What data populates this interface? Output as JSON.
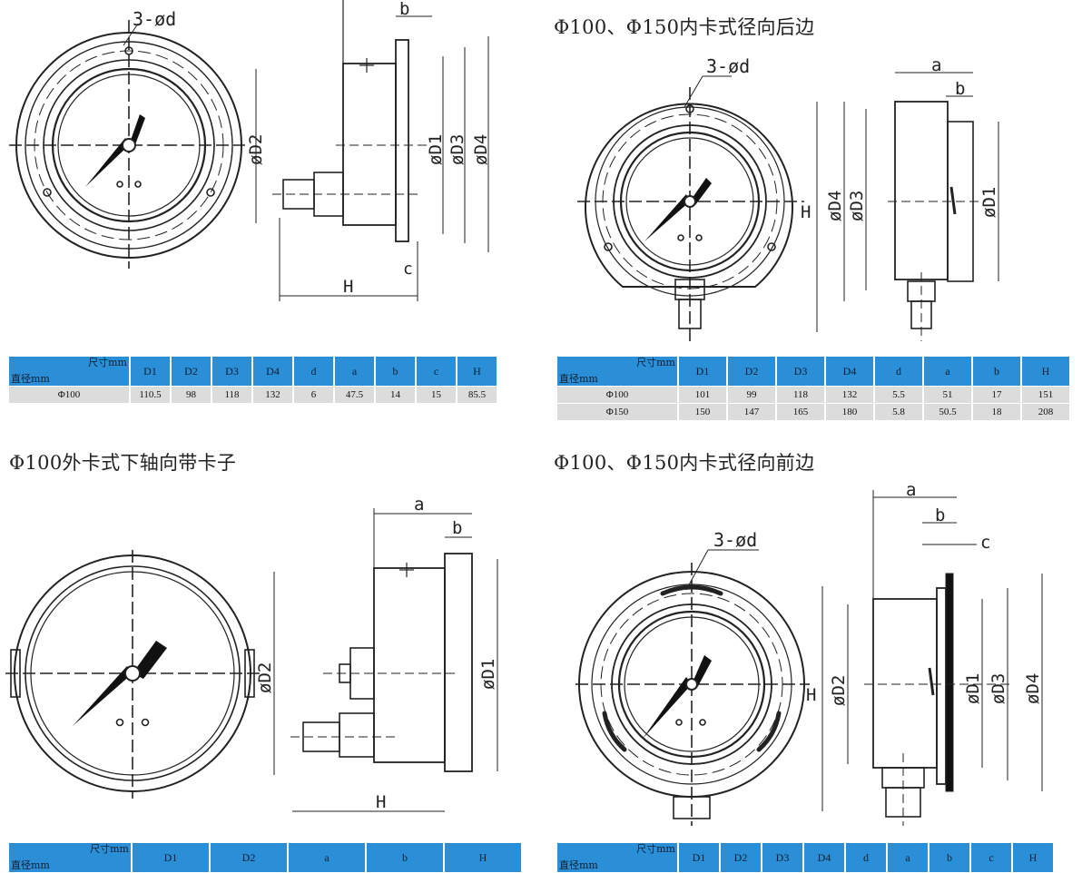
{
  "panels": [
    {
      "title": "",
      "callout": "3-ød",
      "dims": {
        "b": "b",
        "d2": "øD2",
        "d1": "øD1",
        "d3": "øD3",
        "d4": "øD4",
        "c": "c",
        "h": "H"
      },
      "table": {
        "corner_top": "尺寸mm",
        "corner_bottom": "直径mm",
        "headers": [
          "D1",
          "D2",
          "D3",
          "D4",
          "d",
          "a",
          "b",
          "c",
          "H"
        ],
        "rows": [
          {
            "label": "Φ100",
            "cells": [
              "110.5",
              "98",
              "118",
              "132",
              "6",
              "47.5",
              "14",
              "15",
              "85.5"
            ]
          }
        ]
      }
    },
    {
      "title": "Φ100、Φ150内卡式径向后边",
      "callout": "3-ød",
      "dims": {
        "a": "a",
        "b": "b",
        "h": "H",
        "d4": "øD4",
        "d3": "øD3",
        "d1": "øD1"
      },
      "table": {
        "corner_top": "尺寸mm",
        "corner_bottom": "直径mm",
        "headers": [
          "D1",
          "D2",
          "D3",
          "D4",
          "d",
          "a",
          "b",
          "H"
        ],
        "rows": [
          {
            "label": "Φ100",
            "cells": [
              "101",
              "99",
              "118",
              "132",
              "5.5",
              "51",
              "17",
              "151"
            ]
          },
          {
            "label": "Φ150",
            "cells": [
              "150",
              "147",
              "165",
              "180",
              "5.8",
              "50.5",
              "18",
              "208"
            ]
          }
        ]
      }
    },
    {
      "title": "Φ100外卡式下轴向带卡子",
      "dims": {
        "a": "a",
        "b": "b",
        "d2": "øD2",
        "d1": "øD1",
        "h": "H"
      },
      "table": {
        "corner_top": "尺寸mm",
        "corner_bottom": "直径mm",
        "headers": [
          "D1",
          "D2",
          "a",
          "b",
          "H"
        ]
      }
    },
    {
      "title": "Φ100、Φ150内卡式径向前边",
      "callout": "3-ød",
      "dims": {
        "a": "a",
        "b": "b",
        "c": "c",
        "h": "H",
        "d2": "øD2",
        "d1": "øD1",
        "d3": "øD3",
        "d4": "øD4"
      },
      "table": {
        "corner_top": "尺寸mm",
        "corner_bottom": "直径mm",
        "headers": [
          "D1",
          "D2",
          "D3",
          "D4",
          "d",
          "a",
          "b",
          "c",
          "H"
        ]
      }
    }
  ]
}
